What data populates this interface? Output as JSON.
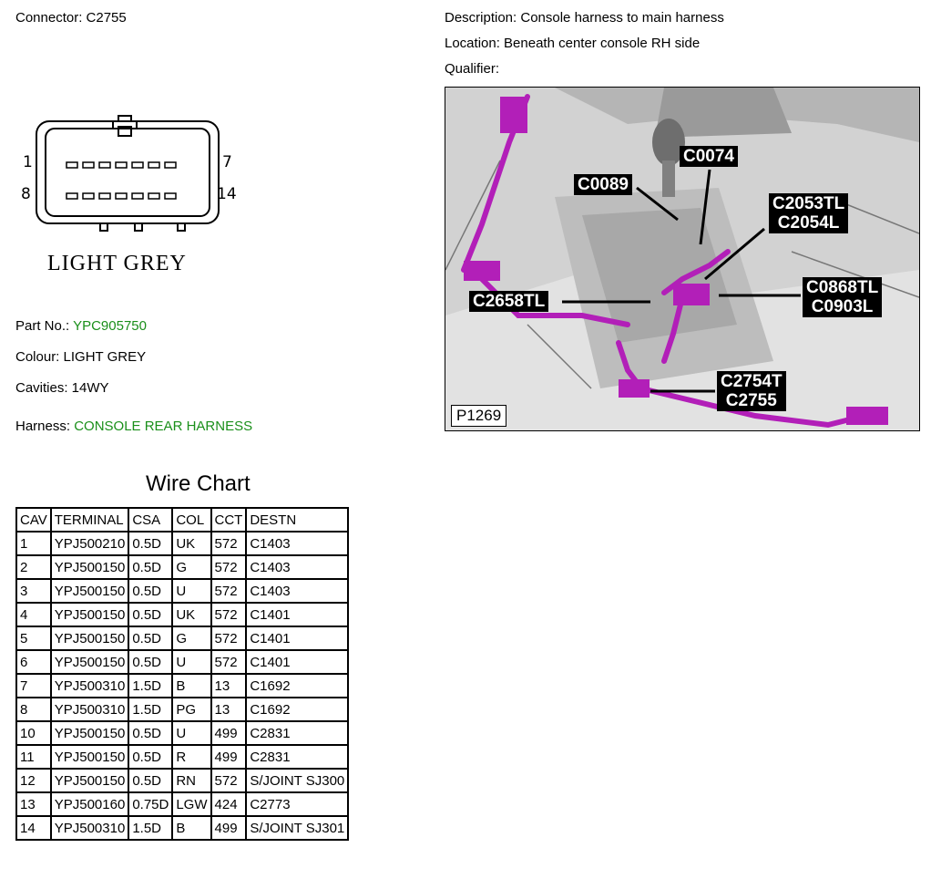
{
  "connector": {
    "label": "Connector: C2755",
    "pin_top_left": "1",
    "pin_top_right": "7",
    "pin_bottom_left": "8",
    "pin_bottom_right": "14",
    "colour_caption": "LIGHT GREY"
  },
  "details": {
    "part_label": "Part No.:",
    "part_value": "YPC905750",
    "colour": "Colour: LIGHT GREY",
    "cavities": "Cavities: 14WY",
    "harness_label": "Harness:",
    "harness_value": "CONSOLE REAR HARNESS"
  },
  "description": {
    "description": "Description: Console harness to main harness",
    "location": "Location: Beneath center console RH side",
    "qualifier": "Qualifier:"
  },
  "photo": {
    "ref": "P1269",
    "callouts": {
      "c0074": [
        "C0074"
      ],
      "c0089": [
        "C0089"
      ],
      "c2053": [
        "C2053TL",
        "C2054L"
      ],
      "c0868": [
        "C0868TL",
        "C0903L"
      ],
      "c2658": [
        "C2658TL"
      ],
      "c2754": [
        "C2754T",
        "C2755"
      ]
    },
    "colors": {
      "highlight": "#b21fb8",
      "background": "#d0d0d0"
    }
  },
  "wire_chart": {
    "title": "Wire Chart",
    "headers": [
      "CAV",
      "TERMINAL",
      "CSA",
      "COL",
      "CCT",
      "DESTN"
    ],
    "rows": [
      [
        "1",
        "YPJ500210",
        "0.5D",
        "UK",
        "572",
        "C1403"
      ],
      [
        "2",
        "YPJ500150",
        "0.5D",
        "G",
        "572",
        "C1403"
      ],
      [
        "3",
        "YPJ500150",
        "0.5D",
        "U",
        "572",
        "C1403"
      ],
      [
        "4",
        "YPJ500150",
        "0.5D",
        "UK",
        "572",
        "C1401"
      ],
      [
        "5",
        "YPJ500150",
        "0.5D",
        "G",
        "572",
        "C1401"
      ],
      [
        "6",
        "YPJ500150",
        "0.5D",
        "U",
        "572",
        "C1401"
      ],
      [
        "7",
        "YPJ500310",
        "1.5D",
        "B",
        "13",
        "C1692"
      ],
      [
        "8",
        "YPJ500310",
        "1.5D",
        "PG",
        "13",
        "C1692"
      ],
      [
        "10",
        "YPJ500150",
        "0.5D",
        "U",
        "499",
        "C2831"
      ],
      [
        "11",
        "YPJ500150",
        "0.5D",
        "R",
        "499",
        "C2831"
      ],
      [
        "12",
        "YPJ500150",
        "0.5D",
        "RN",
        "572",
        "S/JOINT SJ300"
      ],
      [
        "13",
        "YPJ500160",
        "0.75D",
        "LGW",
        "424",
        "C2773"
      ],
      [
        "14",
        "YPJ500310",
        "1.5D",
        "B",
        "499",
        "S/JOINT SJ301"
      ]
    ]
  }
}
